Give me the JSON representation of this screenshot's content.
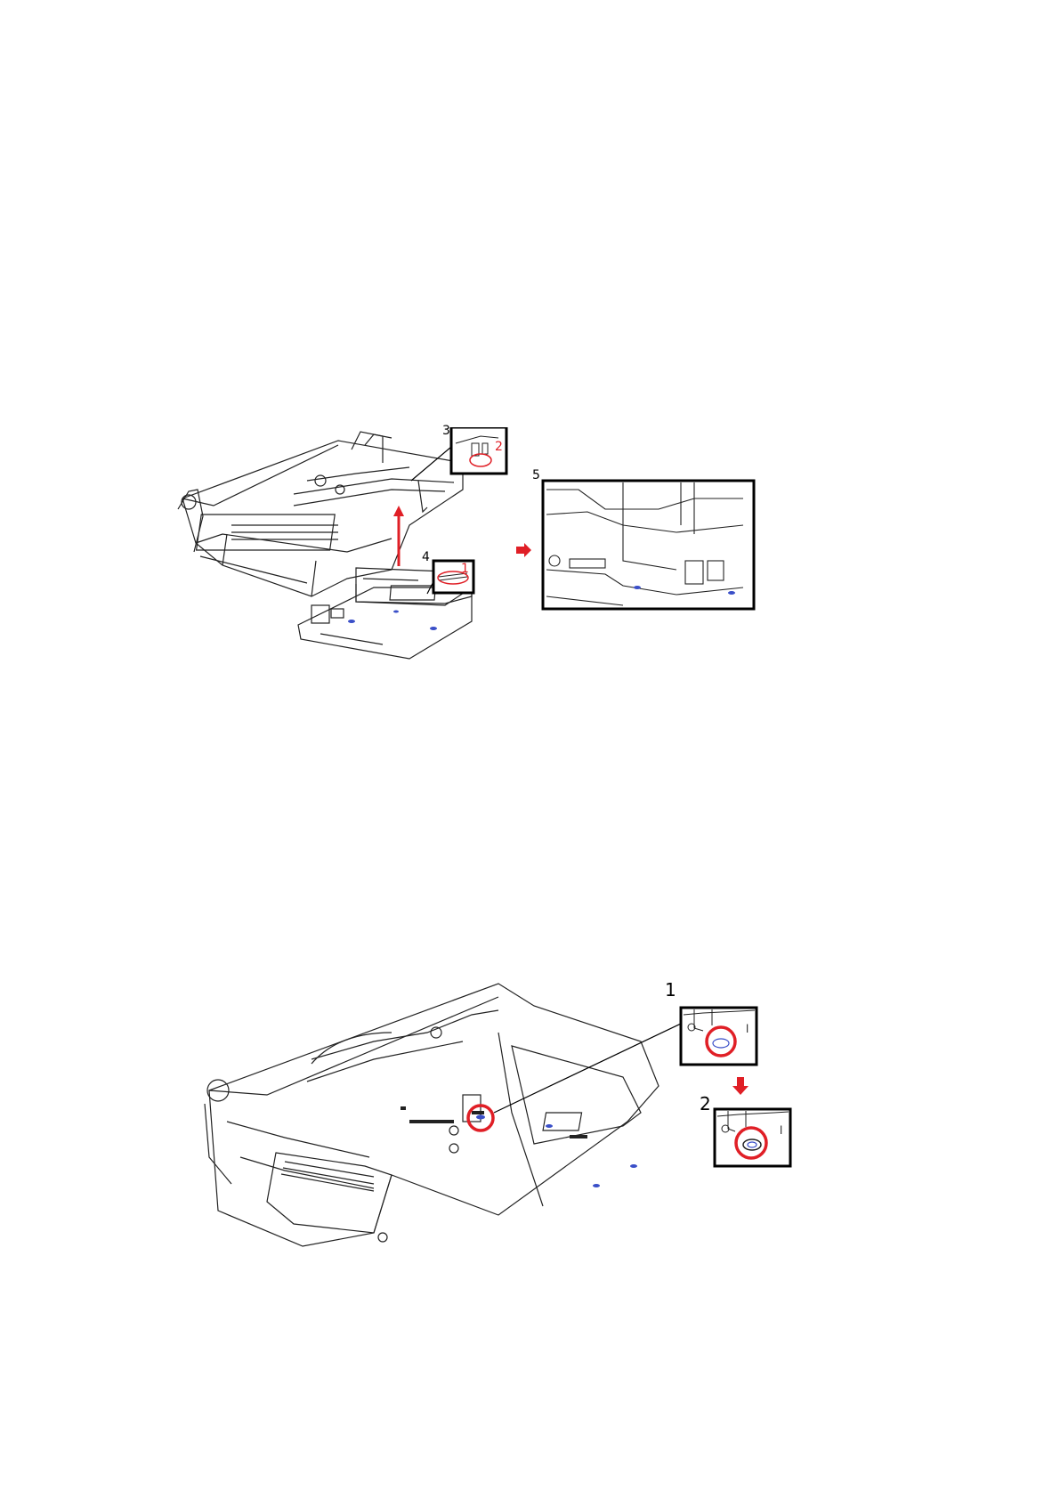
{
  "figure1": {
    "callouts": [
      "3",
      "4",
      "5"
    ],
    "step_marks": [
      "1",
      "2"
    ]
  },
  "figure2": {
    "callouts": [
      "1",
      "2"
    ]
  },
  "colors": {
    "line": "#222222",
    "callout_red": "#e01f26",
    "highlight_blue": "#3a4fc8",
    "frame": "#000000"
  }
}
